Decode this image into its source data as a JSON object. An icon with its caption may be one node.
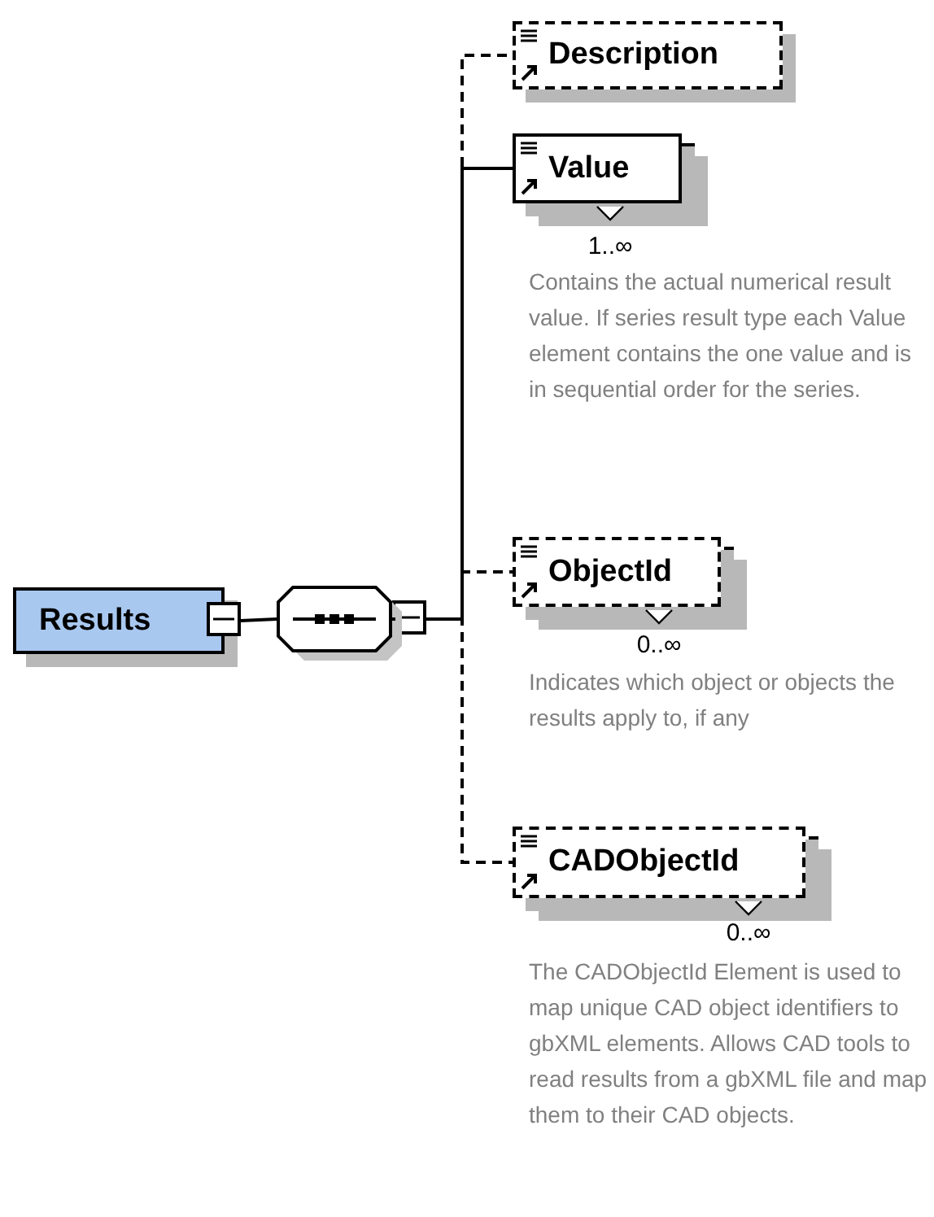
{
  "diagram": {
    "nodes": [
      {
        "text": [
          "Results"
        ]
      },
      {
        "text": [],
        "shape": "octagon"
      },
      {
        "text": [
          "Description"
        ]
      },
      {
        "text": [
          "Value"
        ],
        "beside": [
          "1..∞",
          "Contains the actual numerical result value. If series result type each Value element contains the one value and is in sequential order for the series."
        ]
      },
      {
        "text": [
          "ObjectId"
        ],
        "beside": [
          "0..∞",
          "Indicates which object or objects the results apply to, if any"
        ]
      },
      {
        "text": [
          "CADObjectId"
        ],
        "beside": [
          "0..∞",
          "The CADObjectId Element is used to map unique CAD object identifiers to gbXML elements.  Allows CAD tools to read results from a gbXML file and map them to their CAD objects."
        ]
      }
    ],
    "edges": [
      {
        "from": 0,
        "to": 1,
        "arrow": "none"
      },
      {
        "from": 1,
        "to": 2,
        "arrow": "none",
        "style": "dashed"
      },
      {
        "from": 1,
        "to": 3,
        "arrow": "none"
      },
      {
        "from": 1,
        "to": 4,
        "arrow": "none",
        "style": "dashed"
      },
      {
        "from": 1,
        "to": 5,
        "arrow": "none",
        "style": "dashed"
      }
    ]
  }
}
